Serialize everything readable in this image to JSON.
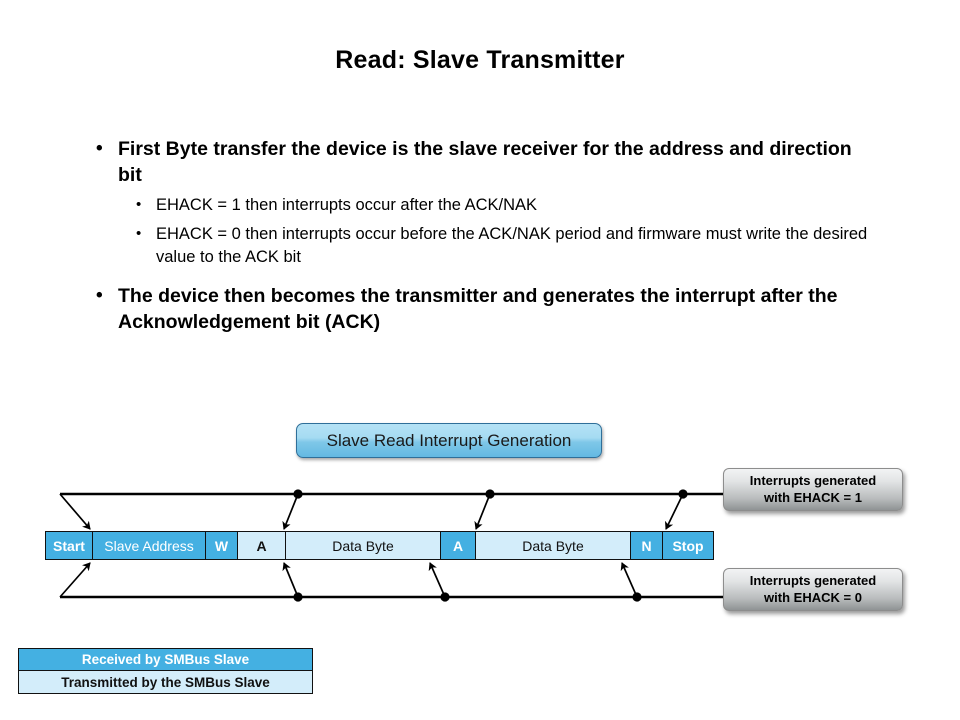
{
  "slide": {
    "title": "Read: Slave Transmitter",
    "bullets": [
      {
        "level": 1,
        "text": "First Byte transfer the device is the slave receiver for the address and direction bit"
      },
      {
        "level": 2,
        "text": "EHACK = 1 then interrupts occur after the ACK/NAK"
      },
      {
        "level": 2,
        "text": "EHACK = 0 then interrupts occur before the ACK/NAK period and firmware must write the desired value to the ACK bit"
      },
      {
        "level": 1,
        "text": "The device then becomes the transmitter and generates the interrupt after the Acknowledgement bit (ACK)"
      }
    ],
    "diagram": {
      "heading_pill": "Slave Read Interrupt Generation",
      "callouts": [
        {
          "id": "ehack1",
          "line1": "Interrupts generated",
          "line2": "with EHACK = 1"
        },
        {
          "id": "ehack0",
          "line1": "Interrupts generated",
          "line2": "with EHACK = 0"
        }
      ],
      "frame_cells": [
        {
          "label": "Start",
          "width": 47,
          "style": "dark",
          "bold": true
        },
        {
          "label": "Slave Address",
          "width": 113,
          "style": "dark",
          "bold": false
        },
        {
          "label": "W",
          "width": 32,
          "style": "dark",
          "bold": true
        },
        {
          "label": "A",
          "width": 48,
          "style": "light",
          "bold": true
        },
        {
          "label": "Data Byte",
          "width": 155,
          "style": "light",
          "bold": false
        },
        {
          "label": "A",
          "width": 35,
          "style": "dark",
          "bold": true
        },
        {
          "label": "Data Byte",
          "width": 155,
          "style": "light",
          "bold": false
        },
        {
          "label": "N",
          "width": 32,
          "style": "dark",
          "bold": true
        },
        {
          "label": "Stop",
          "width": 50,
          "style": "dark",
          "bold": true
        }
      ],
      "legend": [
        {
          "label": "Received by SMBus Slave",
          "style": "dark"
        },
        {
          "label": "Transmitted by the SMBus Slave",
          "style": "light"
        }
      ]
    },
    "colors": {
      "cell_dark": "#44b0e2",
      "cell_light": "#d3edfa",
      "pill_border": "#2f6f99",
      "wire": "#000000"
    }
  }
}
